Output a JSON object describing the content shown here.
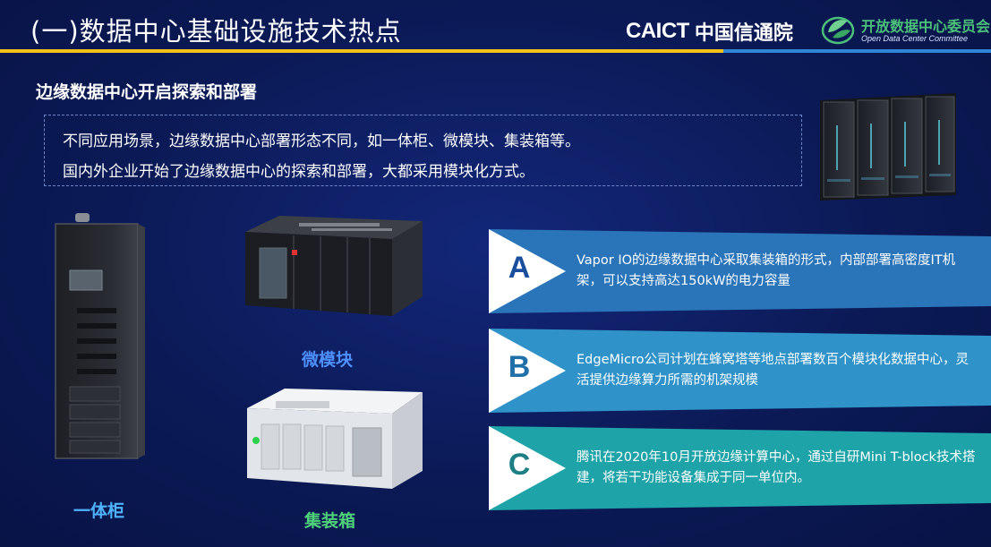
{
  "header": {
    "title": "(一)数据中心基础设施技术热点",
    "caict_logo_text": "CAICT",
    "caict_cn": "中国信通院",
    "odcc_cn": "开放数据中心委员会",
    "odcc_en": "Open Data Center Committee"
  },
  "section": {
    "subtitle": "边缘数据中心开启探索和部署",
    "intro_lines": [
      "不同应用场景，边缘数据中心部署形态不同，如一体柜、微模块、集装箱等。",
      "国内外企业开始了边缘数据中心的探索和部署，大都采用模块化方式。"
    ]
  },
  "forms": {
    "cabinet_label": "一体柜",
    "module_label": "微模块",
    "container_label": "集装箱"
  },
  "cases": [
    {
      "letter": "A",
      "text": "Vapor IO的边缘数据中心采取集装箱的形式，内部部署高密度IT机架，可以支持高达150kW的电力容量"
    },
    {
      "letter": "B",
      "text": "EdgeMicro公司计划在蜂窝塔等地点部署数百个模块化数据中心，灵活提供边缘算力所需的机架规模"
    },
    {
      "letter": "C",
      "text": "腾讯在2020年10月开放边缘计算中心，通过自研Mini T-block技术搭建，将若干功能设备集成于同一单位内。"
    }
  ],
  "colors": {
    "background": "#0c1a55",
    "title_rule_yellow": "#f2c21b",
    "title_rule_blue": "#2f86d6",
    "case_a_band": "#2a74b9",
    "case_b_band": "#2f92c8",
    "case_c_band": "#1ea3a8"
  },
  "icons": {
    "odcc_logo": "leaf-globe-icon",
    "rack_photo": "server-rack-row-image",
    "cabinet_photo": "integrated-cabinet-image",
    "module_photo": "micro-module-image",
    "container_photo": "container-datacenter-image"
  }
}
